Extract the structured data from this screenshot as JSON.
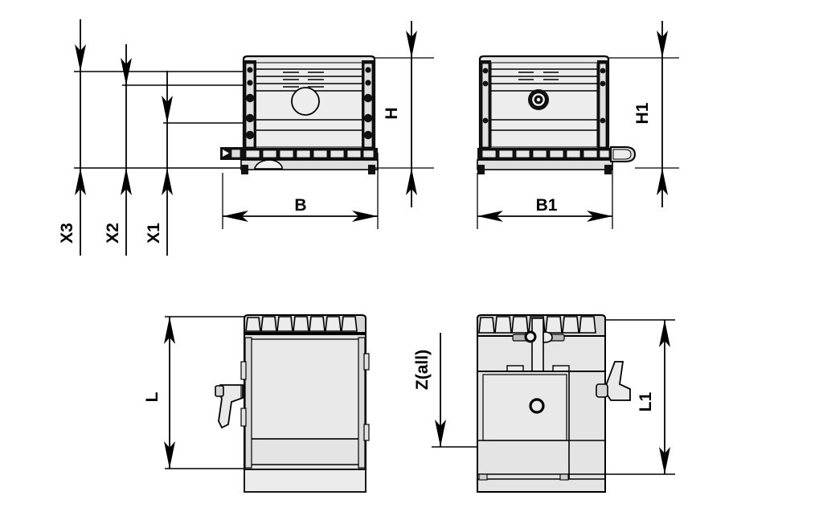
{
  "drawing": {
    "title": "Machine vise technical dimension drawing",
    "background_color": "#ffffff",
    "line_color": "#000000",
    "fill_light": "#e8e8e8",
    "fill_mid": "#d9d9d9",
    "fill_dark": "#1a1a1a"
  },
  "dimensions": {
    "x3": "X3",
    "x2": "X2",
    "x1": "X1",
    "h": "H",
    "b": "B",
    "h1": "H1",
    "b1": "B1",
    "l": "L",
    "l1": "L1",
    "z_all": "Z(all)"
  },
  "views": {
    "front_left": {
      "name": "front-view-left",
      "width_label": "B",
      "height_label": "H"
    },
    "front_right": {
      "name": "front-view-right",
      "width_label": "B1",
      "height_label": "H1"
    },
    "top_left": {
      "name": "top-view-left",
      "length_label": "L"
    },
    "top_right": {
      "name": "top-view-right",
      "length_label": "L1",
      "offset_label": "Z(all)"
    }
  }
}
